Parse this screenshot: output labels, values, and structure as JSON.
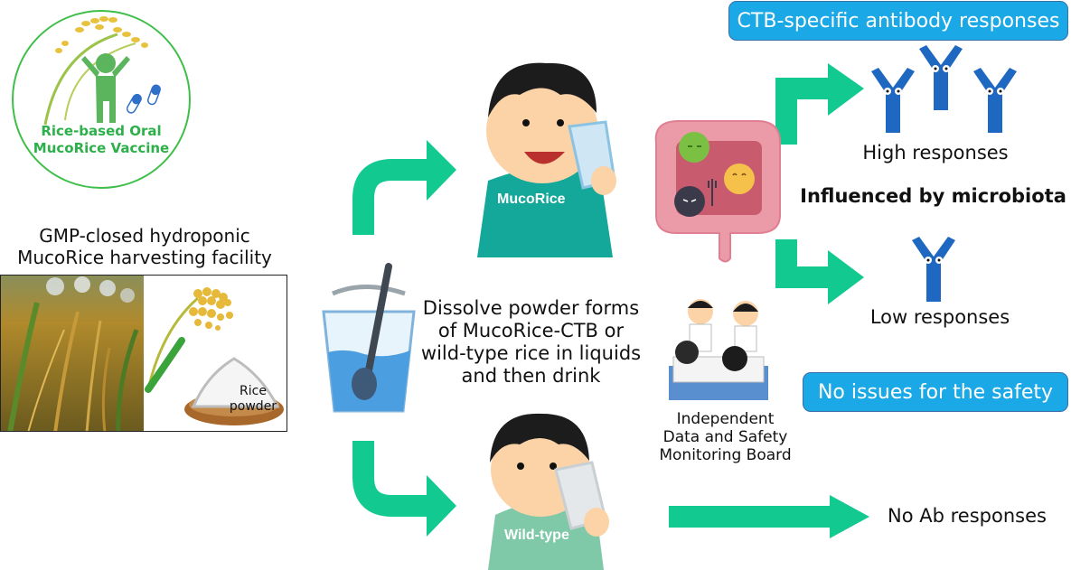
{
  "logo": {
    "line1": "Rice-based Oral",
    "line2": "MucoRice Vaccine",
    "color": "#2db04a"
  },
  "facility": {
    "title_line1": "GMP-closed hydroponic",
    "title_line2": "MucoRice harvesting facility",
    "powder_label_line1": "Rice",
    "powder_label_line2": "powder"
  },
  "preparation": {
    "line1": "Dissolve powder forms",
    "line2": "of MucoRice-CTB or",
    "line3": "wild-type rice in liquids",
    "line4": "and then drink"
  },
  "groups": {
    "mucorice_label": "MucoRice",
    "wildtype_label": "Wild-type"
  },
  "results": {
    "header": "CTB-specific antibody responses",
    "high": "High responses",
    "influence": "Influenced by microbiota",
    "low": "Low responses",
    "none": "No Ab responses",
    "safety": "No issues for the safety"
  },
  "board": {
    "line1": "Independent",
    "line2": "Data and Safety",
    "line3": "Monitoring Board"
  },
  "colors": {
    "arrow": "#12c98f",
    "pill": "#1aa9e6",
    "antibody": "#1f68c1",
    "shirt_mucorice": "#14a89a",
    "shirt_wildtype": "#7fc8a8",
    "intestine": "#eb9aa8"
  }
}
